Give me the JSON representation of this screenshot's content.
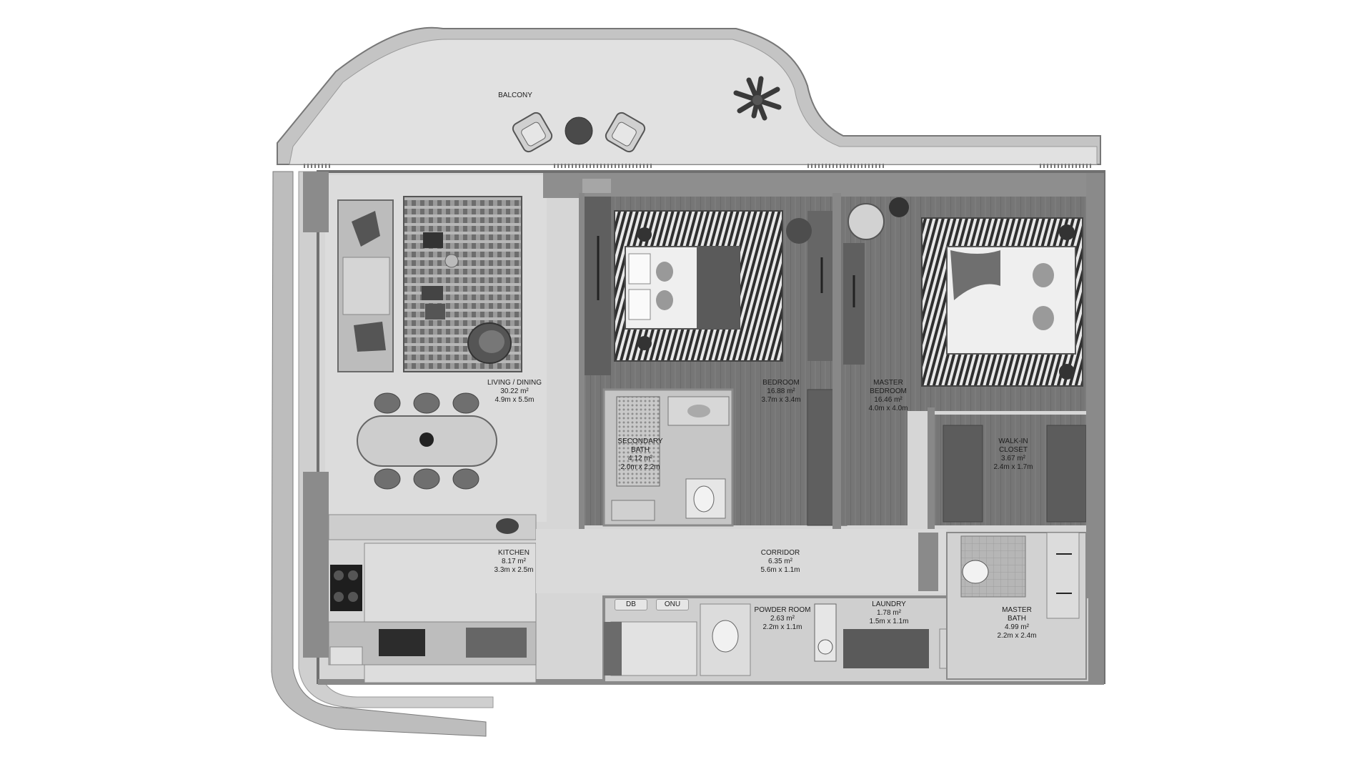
{
  "floor_plan": {
    "rooms": [
      {
        "id": "balcony",
        "name": "BALCONY"
      },
      {
        "id": "living",
        "name": "LIVING / DINING",
        "area": "30.22 m²",
        "dims": "4.9m x 5.5m"
      },
      {
        "id": "bedroom",
        "name": "BEDROOM",
        "area": "16.88 m²",
        "dims": "3.7m x 3.4m"
      },
      {
        "id": "master-bedroom",
        "name": "MASTER",
        "name2": "BEDROOM",
        "area": "16.46 m²",
        "dims": "4.0m x 4.0m"
      },
      {
        "id": "secondary-bath",
        "name": "SECONDARY",
        "name2": "BATH",
        "area": "4.12 m²",
        "dims": "2.0m x 2.2m"
      },
      {
        "id": "walk-in-closet",
        "name": "WALK-IN",
        "name2": "CLOSET",
        "area": "3.67 m²",
        "dims": "2.4m x 1.7m"
      },
      {
        "id": "kitchen",
        "name": "KITCHEN",
        "area": "8.17 m²",
        "dims": "3.3m x 2.5m"
      },
      {
        "id": "corridor",
        "name": "CORRIDOR",
        "area": "6.35 m²",
        "dims": "5.6m x 1.1m"
      },
      {
        "id": "powder-room",
        "name": "POWDER ROOM",
        "area": "2.63 m²",
        "dims": "2.2m x 1.1m"
      },
      {
        "id": "laundry",
        "name": "LAUNDRY",
        "area": "1.78 m²",
        "dims": "1.5m x 1.1m"
      },
      {
        "id": "master-bath",
        "name": "MASTER",
        "name2": "BATH",
        "area": "4.99 m²",
        "dims": "2.2m x 2.4m"
      }
    ],
    "tags": {
      "db": "DB",
      "onu": "ONU"
    },
    "colors": {
      "floor": "#d8d8d8",
      "wall": "#8a8a8a",
      "wood": "#7a7a7a",
      "outline": "#5c5c5c",
      "balcony": "#e2e2e2"
    }
  }
}
